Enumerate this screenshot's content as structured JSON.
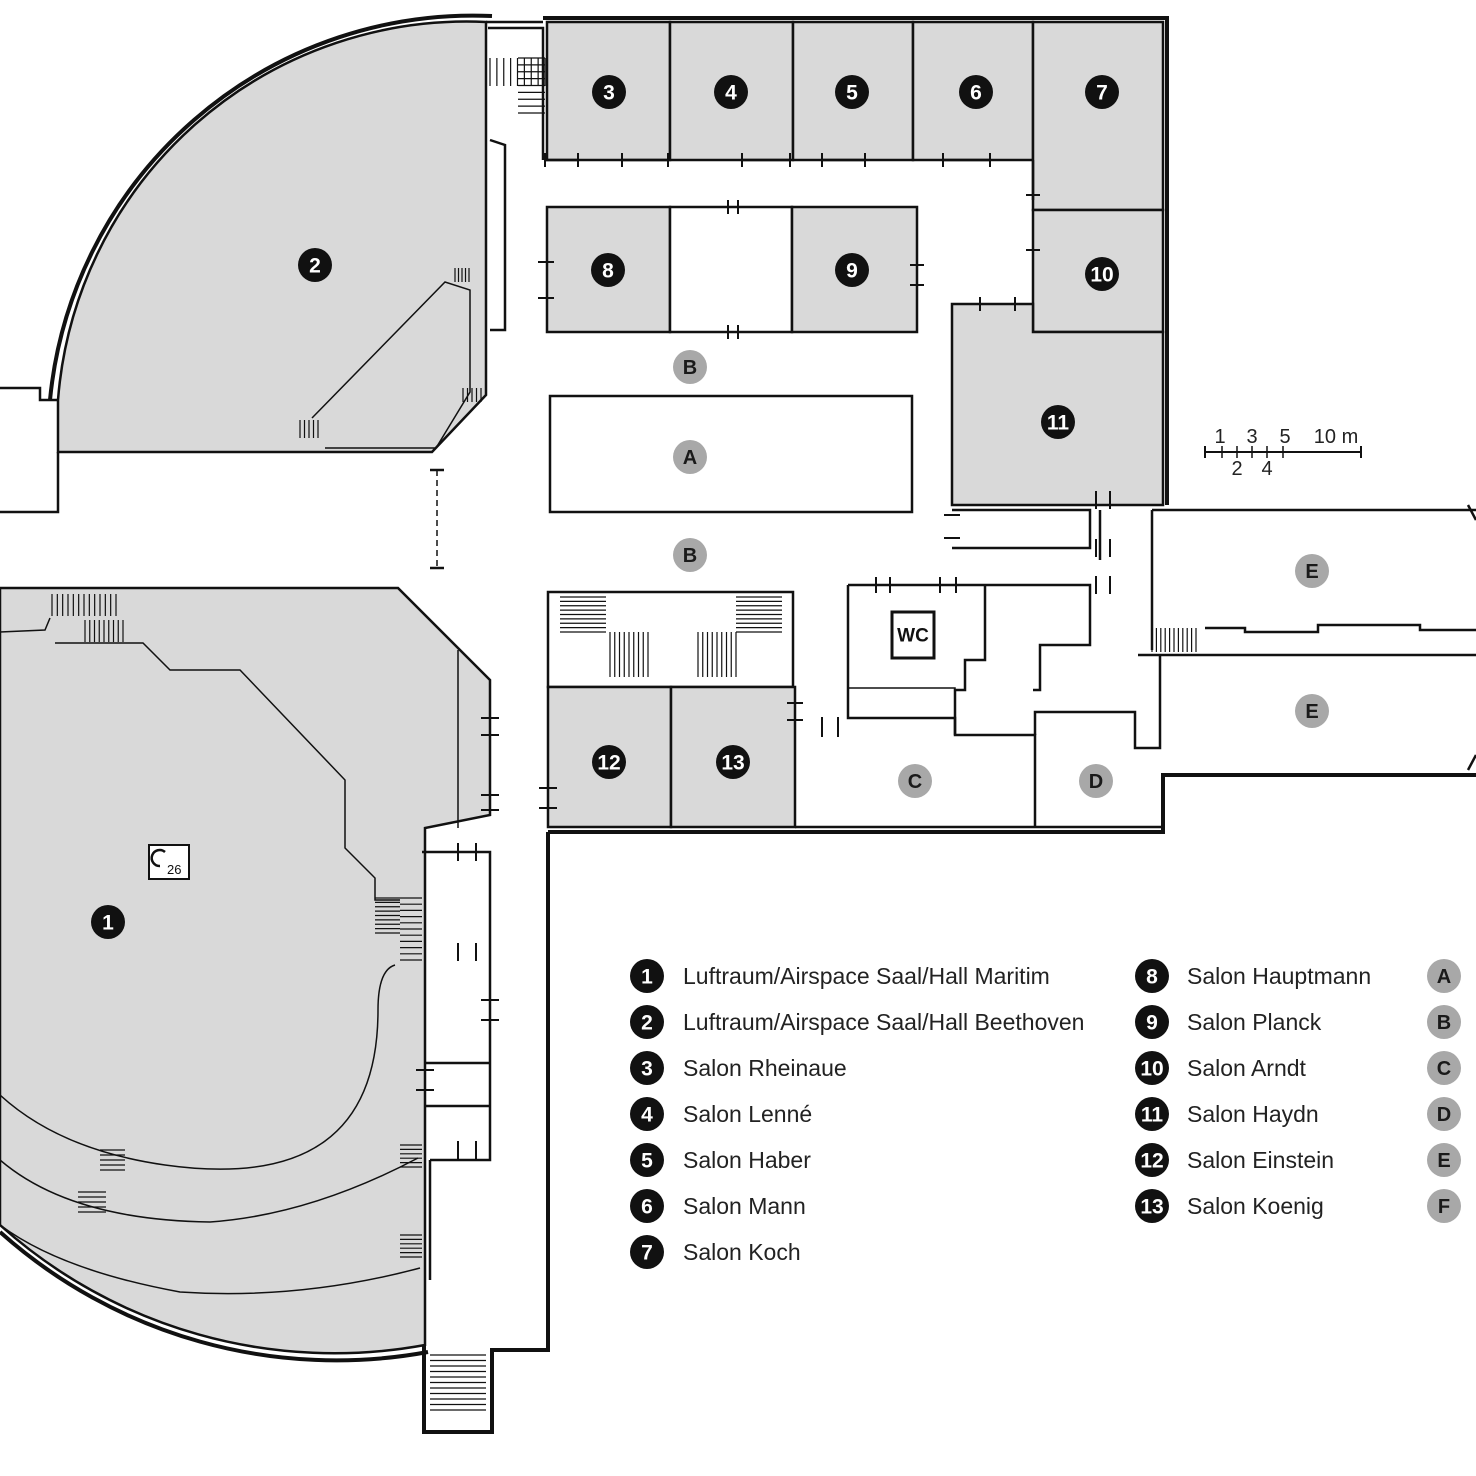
{
  "rooms": [
    {
      "id": "1",
      "kind": "numbered"
    },
    {
      "id": "2",
      "kind": "numbered"
    },
    {
      "id": "3",
      "kind": "numbered"
    },
    {
      "id": "4",
      "kind": "numbered"
    },
    {
      "id": "5",
      "kind": "numbered"
    },
    {
      "id": "6",
      "kind": "numbered"
    },
    {
      "id": "7",
      "kind": "numbered"
    },
    {
      "id": "8",
      "kind": "numbered"
    },
    {
      "id": "9",
      "kind": "numbered"
    },
    {
      "id": "10",
      "kind": "numbered"
    },
    {
      "id": "11",
      "kind": "numbered"
    },
    {
      "id": "12",
      "kind": "numbered"
    },
    {
      "id": "13",
      "kind": "numbered"
    }
  ],
  "areas": [
    "A",
    "B",
    "B",
    "C",
    "D",
    "E",
    "E"
  ],
  "wc_label": "WC",
  "lift": {
    "number": "26",
    "icon": "elevator-icon"
  },
  "scale_bar": {
    "top_labels": [
      "1",
      "3",
      "5",
      "10 m"
    ],
    "bottom_labels": [
      "2",
      "4"
    ]
  },
  "legend_numbered": [
    {
      "num": "1",
      "label": "Luftraum/Airspace Saal/Hall Maritim"
    },
    {
      "num": "2",
      "label": "Luftraum/Airspace Saal/Hall Beethoven"
    },
    {
      "num": "3",
      "label": "Salon Rheinaue"
    },
    {
      "num": "4",
      "label": "Salon Lenné"
    },
    {
      "num": "5",
      "label": "Salon Haber"
    },
    {
      "num": "6",
      "label": "Salon Mann"
    },
    {
      "num": "7",
      "label": "Salon Koch"
    },
    {
      "num": "8",
      "label": "Salon Hauptmann"
    },
    {
      "num": "9",
      "label": "Salon Planck"
    },
    {
      "num": "10",
      "label": "Salon Arndt"
    },
    {
      "num": "11",
      "label": "Salon Haydn"
    },
    {
      "num": "12",
      "label": "Salon Einstein"
    },
    {
      "num": "13",
      "label": "Salon Koenig"
    }
  ],
  "legend_letters": [
    "A",
    "B",
    "C",
    "D",
    "E",
    "F"
  ],
  "colors": {
    "room_fill": "#d9d9d9",
    "dark_badge": "#111111",
    "grey_badge": "#a8a8a8",
    "wall": "#111111"
  }
}
